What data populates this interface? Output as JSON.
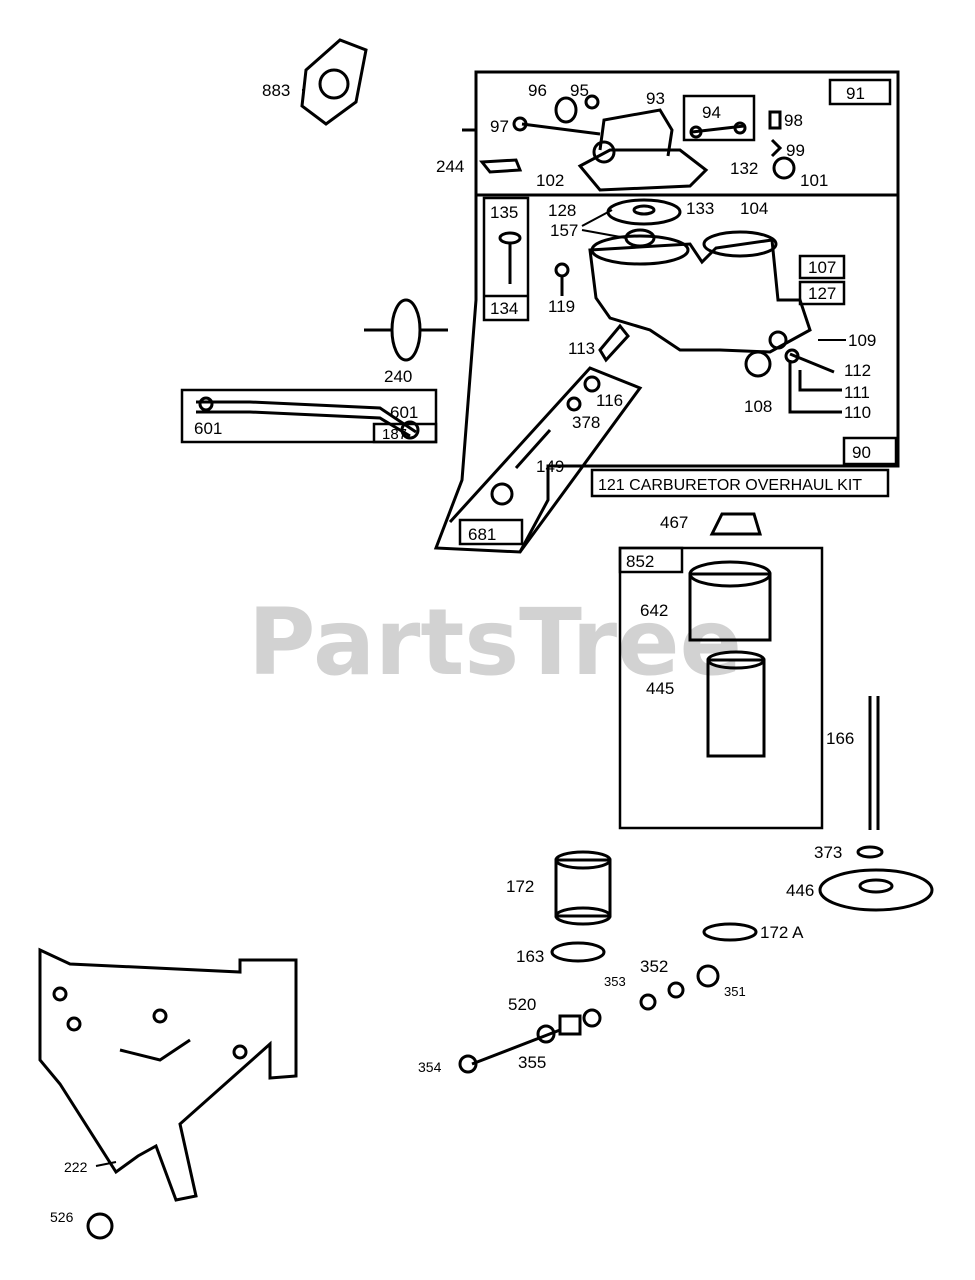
{
  "watermark": "PartsTree",
  "kit_title": "121 CARBURETOR OVERHAUL KIT",
  "labels": {
    "p883": "883",
    "p96": "96",
    "p95": "95",
    "p93": "93",
    "p91": "91",
    "p97": "97",
    "p94": "94",
    "p98": "98",
    "p99": "99",
    "p244": "244",
    "p132": "132",
    "p101": "101",
    "p102": "102",
    "p135": "135",
    "p128": "128",
    "p157": "157",
    "p133": "133",
    "p104": "104",
    "p107": "107",
    "p127": "127",
    "p119": "119",
    "p134": "134",
    "p240": "240",
    "p113": "113",
    "p109": "109",
    "p112": "112",
    "p111": "111",
    "p110": "110",
    "p116": "116",
    "p378": "378",
    "p108": "108",
    "p601a": "601",
    "p601b": "601",
    "p187": "187",
    "p149": "149",
    "p90": "90",
    "p681": "681",
    "p467": "467",
    "p852": "852",
    "p642": "642",
    "p445": "445",
    "p166": "166",
    "p373": "373",
    "p172": "172",
    "p446": "446",
    "p172a": "172 A",
    "p163": "163",
    "p352": "352",
    "p353": "353",
    "p351": "351",
    "p520": "520",
    "p354": "354",
    "p355": "355",
    "p222": "222",
    "p526": "526"
  }
}
